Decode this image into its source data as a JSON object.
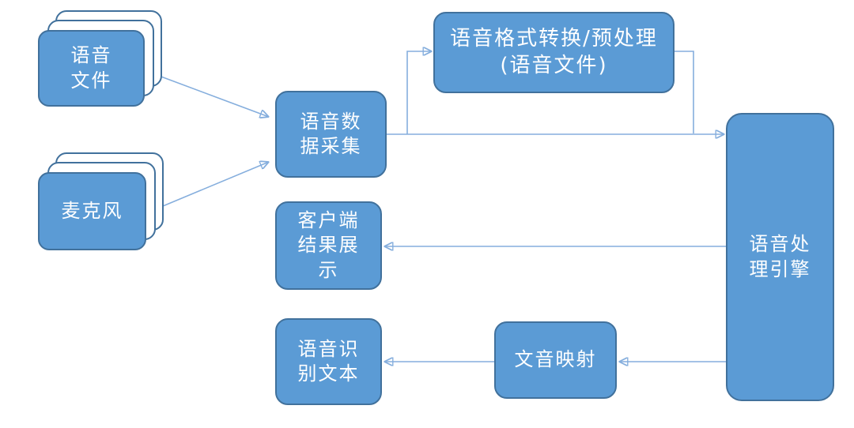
{
  "diagram": {
    "background": "#ffffff",
    "colors": {
      "node_fill": "#5B9BD5",
      "node_border": "#41719C",
      "arrow_line": "#85AEDD",
      "arrow_head": "#4A86C8",
      "node_text": "#FFFFFF"
    },
    "nodes": [
      {
        "id": "voice-files",
        "label": "语音\n文件",
        "shape": "stacked-cards"
      },
      {
        "id": "microphone",
        "label": "麦克风",
        "shape": "stacked-cards"
      },
      {
        "id": "voice-data-collection",
        "label": "语音数\n据采集",
        "shape": "rounded-rect"
      },
      {
        "id": "format-conversion-preprocess",
        "label": "语音格式转换/预处理\n(语音文件)",
        "shape": "rounded-rect"
      },
      {
        "id": "speech-processing-engine",
        "label": "语音处\n理引擎",
        "shape": "rounded-rect"
      },
      {
        "id": "client-result-display",
        "label": "客户端\n结果展\n示",
        "shape": "rounded-rect"
      },
      {
        "id": "speech-recognition-text",
        "label": "语音识\n别文本",
        "shape": "rounded-rect"
      },
      {
        "id": "text-voice-mapping",
        "label": "文音映射",
        "shape": "rounded-rect"
      }
    ],
    "edges": [
      {
        "from": "voice-files",
        "to": "voice-data-collection"
      },
      {
        "from": "microphone",
        "to": "voice-data-collection"
      },
      {
        "from": "voice-data-collection",
        "to": "format-conversion-preprocess"
      },
      {
        "from": "voice-data-collection",
        "to": "speech-processing-engine"
      },
      {
        "from": "format-conversion-preprocess",
        "to": "speech-processing-engine"
      },
      {
        "from": "speech-processing-engine",
        "to": "client-result-display"
      },
      {
        "from": "speech-processing-engine",
        "to": "text-voice-mapping"
      },
      {
        "from": "text-voice-mapping",
        "to": "speech-recognition-text"
      }
    ]
  }
}
